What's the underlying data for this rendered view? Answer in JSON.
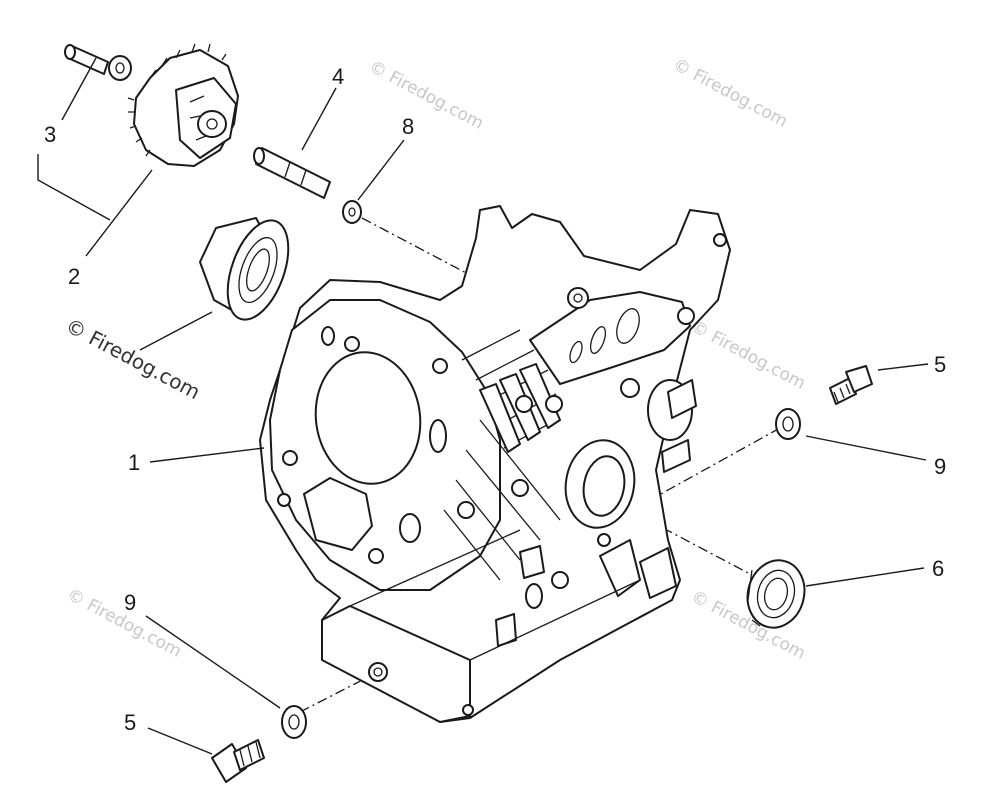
{
  "watermark": {
    "text": "© Firedog.com"
  },
  "callouts": [
    {
      "id": "1",
      "label": "1"
    },
    {
      "id": "2",
      "label": "2"
    },
    {
      "id": "3",
      "label": "3"
    },
    {
      "id": "4",
      "label": "4"
    },
    {
      "id": "5a",
      "label": "5"
    },
    {
      "id": "5b",
      "label": "5"
    },
    {
      "id": "6",
      "label": "6"
    },
    {
      "id": "8",
      "label": "8"
    },
    {
      "id": "9a",
      "label": "9"
    },
    {
      "id": "9b",
      "label": "9"
    }
  ]
}
